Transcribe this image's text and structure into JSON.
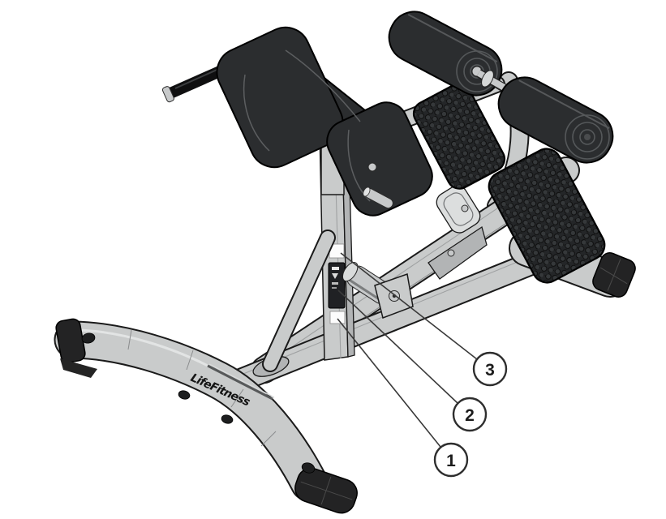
{
  "figure": {
    "logo_text": "LifeFitness",
    "callouts": [
      {
        "number": "1"
      },
      {
        "number": "2"
      },
      {
        "number": "3"
      }
    ],
    "colors": {
      "background": "#ffffff",
      "outline": "#1a1a1a",
      "frame_fill": "#c9cbcb",
      "frame_shade": "#b2b4b5",
      "frame_light": "#dcdede",
      "pad_fill": "#2b2d2f",
      "pad_seam": "#5c5e60",
      "plate_fill": "#242628",
      "dimple_fill": "#35383a",
      "roller_ring": "#55585a",
      "cap_fill": "#232324",
      "metal": "#c7c9ca",
      "leader": "#3a3a3a",
      "callout_fill": "#ffffff",
      "callout_stroke": "#2e2e2e",
      "number_color": "#1c1c1c",
      "logo_color": "#141414"
    }
  }
}
